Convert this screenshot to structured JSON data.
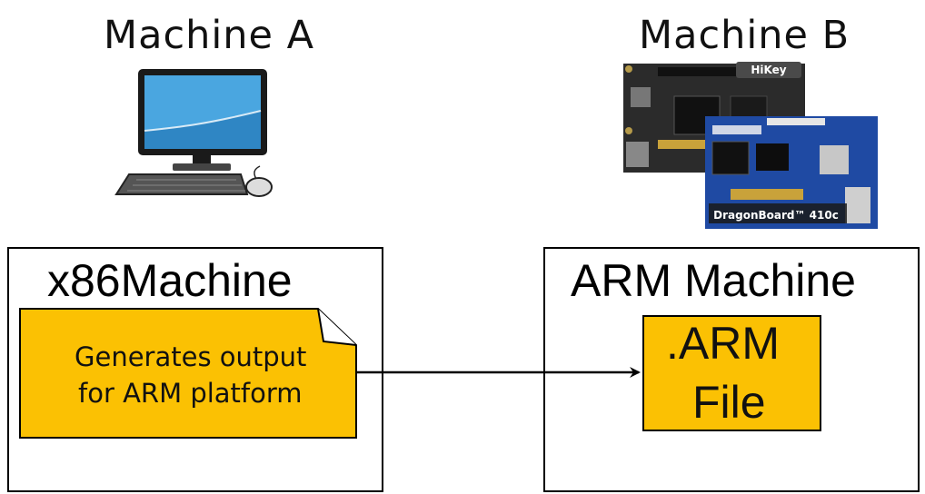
{
  "machine_a": {
    "title": "Machine A"
  },
  "machine_b": {
    "title": "Machine B",
    "board_labels": [
      "HiKey",
      "DragonBoard™ 410c"
    ]
  },
  "x86_box": {
    "title": "x86Machine",
    "note": {
      "line1": "Generates output",
      "line2": "for ARM platform"
    }
  },
  "arm_box": {
    "title": "ARM Machine",
    "file": {
      "line1": ".ARM",
      "line2": "File"
    }
  },
  "colors": {
    "note_fill": "#fbc103",
    "board_hikey": "#2b2b2b",
    "board_dragon": "#1f4aa3",
    "monitor_screen": "#4aa6e0"
  },
  "icons": [
    "desktop-computer-icon",
    "development-boards-image",
    "arrow-right"
  ]
}
